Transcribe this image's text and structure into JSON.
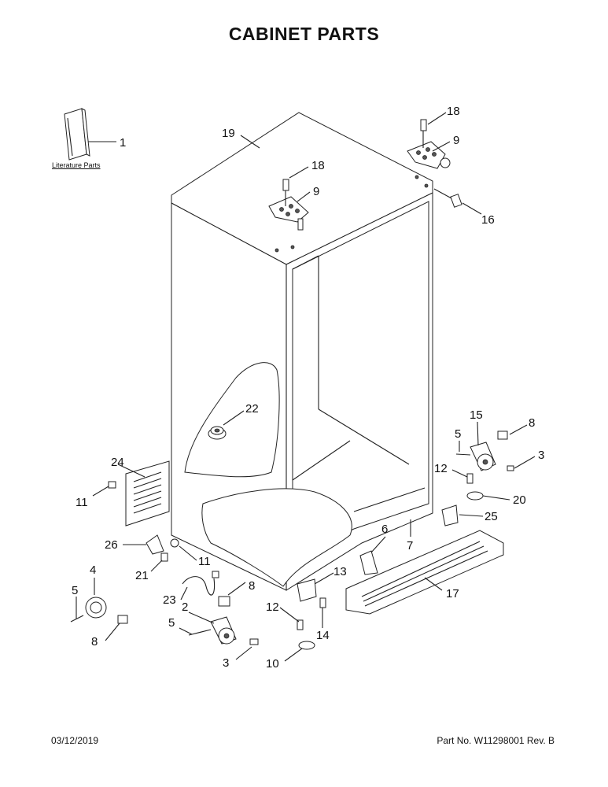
{
  "title": "CABINET PARTS",
  "footer": {
    "date": "03/12/2019",
    "part_no": "Part No.  W11298001  Rev.  B"
  },
  "literature_label": "Literature Parts",
  "callouts": [
    {
      "id": "c1",
      "label": "1"
    },
    {
      "id": "c19",
      "label": "19"
    },
    {
      "id": "c18a",
      "label": "18"
    },
    {
      "id": "c9a",
      "label": "9"
    },
    {
      "id": "c18b",
      "label": "18"
    },
    {
      "id": "c9b",
      "label": "9"
    },
    {
      "id": "c16",
      "label": "16"
    },
    {
      "id": "c22",
      "label": "22"
    },
    {
      "id": "c15",
      "label": "15"
    },
    {
      "id": "c8a",
      "label": "8"
    },
    {
      "id": "c5a",
      "label": "5"
    },
    {
      "id": "c3a",
      "label": "3"
    },
    {
      "id": "c12a",
      "label": "12"
    },
    {
      "id": "c20",
      "label": "20"
    },
    {
      "id": "c24",
      "label": "24"
    },
    {
      "id": "c11a",
      "label": "11"
    },
    {
      "id": "c25",
      "label": "25"
    },
    {
      "id": "c6",
      "label": "6"
    },
    {
      "id": "c7",
      "label": "7"
    },
    {
      "id": "c26",
      "label": "26"
    },
    {
      "id": "c11b",
      "label": "11"
    },
    {
      "id": "c21",
      "label": "21"
    },
    {
      "id": "c4",
      "label": "4"
    },
    {
      "id": "c13",
      "label": "13"
    },
    {
      "id": "c17",
      "label": "17"
    },
    {
      "id": "c8b",
      "label": "8"
    },
    {
      "id": "c23",
      "label": "23"
    },
    {
      "id": "c5b",
      "label": "5"
    },
    {
      "id": "c2",
      "label": "2"
    },
    {
      "id": "c12b",
      "label": "12"
    },
    {
      "id": "c5c",
      "label": "5"
    },
    {
      "id": "c14",
      "label": "14"
    },
    {
      "id": "c8c",
      "label": "8"
    },
    {
      "id": "c3b",
      "label": "3"
    },
    {
      "id": "c10",
      "label": "10"
    }
  ]
}
